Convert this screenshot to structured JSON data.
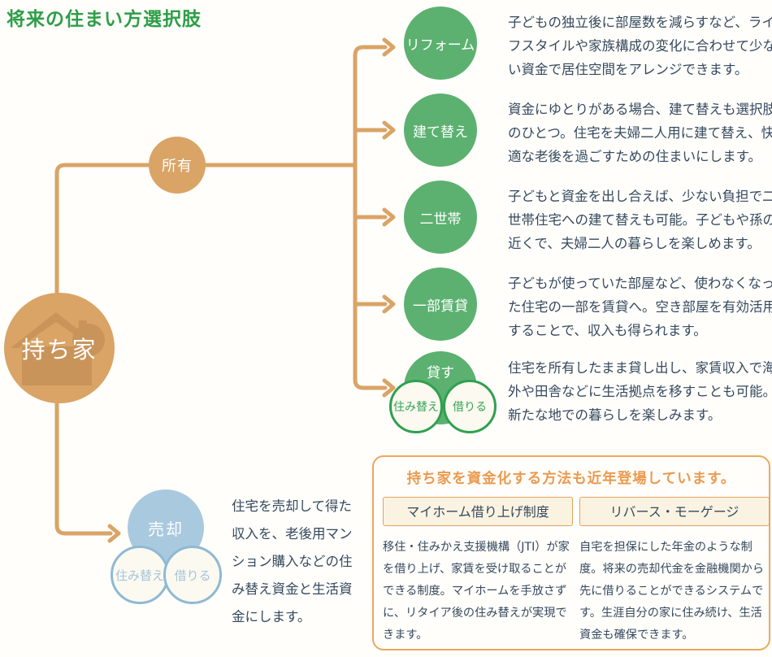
{
  "title": "将来の住まい方選択肢",
  "colors": {
    "title_green": "#2E9E48",
    "option_green": "#5CB170",
    "sub_green_border": "#2FA04F",
    "tan": "#D9A466",
    "sell_blue": "#A9C9DE",
    "orange_accent": "#EB9A4E",
    "text_dark": "#35495E"
  },
  "root": {
    "label": "持ち家"
  },
  "own": {
    "label": "所有",
    "options": [
      {
        "label": "リフォーム",
        "desc": "子どもの独立後に部屋数を減らすなど、ライフスタイルや家族構成の変化に合わせて少ない資金で居住空間をアレンジできます。"
      },
      {
        "label": "建て替え",
        "desc": "資金にゆとりがある場合、建て替えも選択肢のひとつ。住宅を夫婦二人用に建て替え、快適な老後を過ごすための住まいにします。"
      },
      {
        "label": "二世帯",
        "desc": "子どもと資金を出し合えば、少ない負担で二世帯住宅への建て替えも可能。子どもや孫の近くで、夫婦二人の暮らしを楽しめます。"
      },
      {
        "label": "一部賃貸",
        "desc": "子どもが使っていた部屋など、使わなくなった住宅の一部を賃貸へ。空き部屋を有効活用することで、収入も得られます。"
      },
      {
        "label": "貸す",
        "desc": "住宅を所有したまま貸し出し、家賃収入で海外や田舎などに生活拠点を移すことも可能。新たな地での暮らしを楽しみます。",
        "sub": [
          {
            "label": "住み替え"
          },
          {
            "label": "借りる"
          }
        ]
      }
    ]
  },
  "sell": {
    "label": "売却",
    "sub": [
      {
        "label": "住み替え"
      },
      {
        "label": "借りる"
      }
    ],
    "desc": "住宅を売却して得た収入を、老後用マンション購入などの住み替え資金と生活資金にします。"
  },
  "info_box": {
    "title": "持ち家を資金化する方法も近年登場しています。",
    "items": [
      {
        "label": "マイホーム借り上げ制度",
        "desc": "移住・住みかえ支援機構（JTI）が家を借り上げ、家賃を受け取ることができる制度。マイホームを手放さずに、リタイア後の住み替えが実現できます。"
      },
      {
        "label": "リバース・モーゲージ",
        "desc": "自宅を担保にした年金のような制度。将来の売却代金を金融機関から先に借りることができるシステムです。生涯自分の家に住み続け、生活資金も確保できます。"
      }
    ]
  }
}
